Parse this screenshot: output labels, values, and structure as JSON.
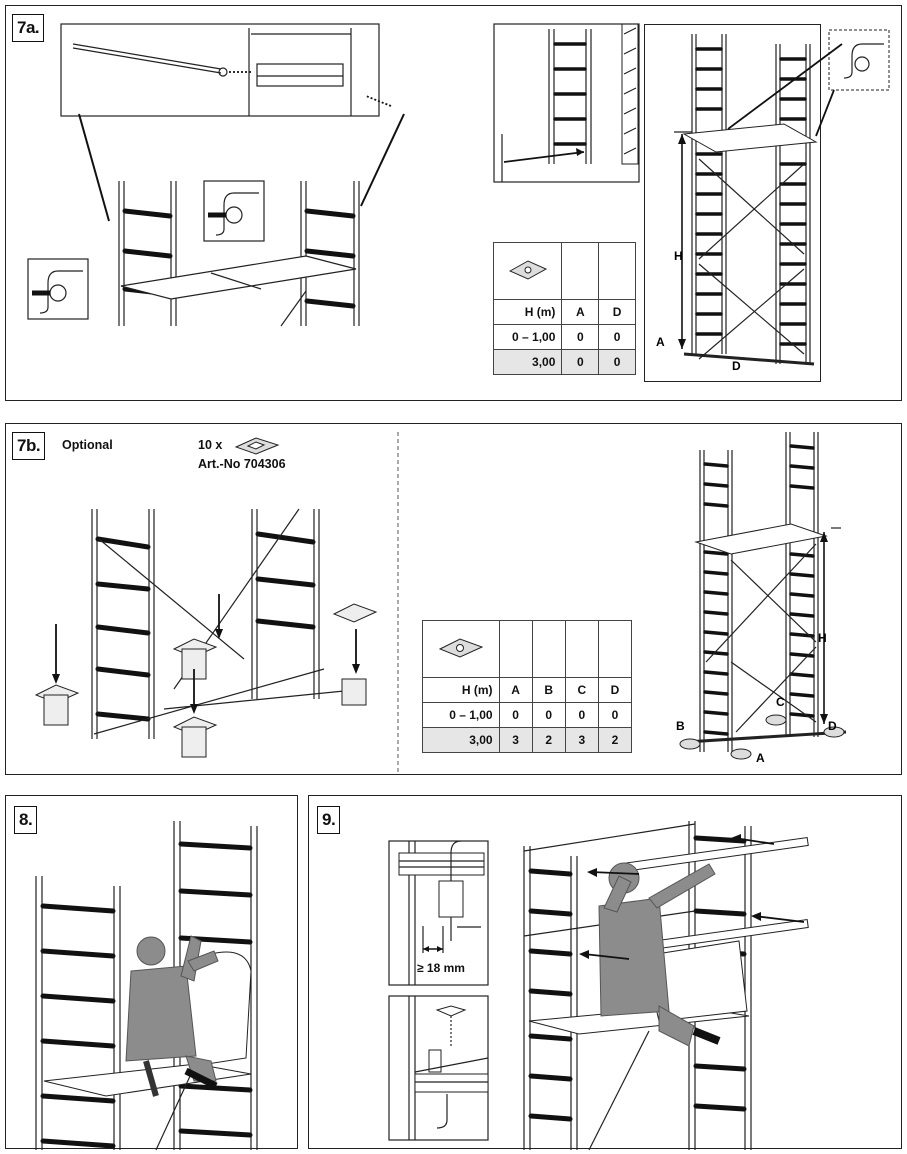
{
  "panels": {
    "p7a": {
      "label": "7a.",
      "table": {
        "header": [
          "H (m)",
          "A",
          "D"
        ],
        "rows": [
          [
            "0 – 1,00",
            "0",
            "0"
          ],
          [
            "3,00",
            "0",
            "0"
          ]
        ]
      },
      "dims": {
        "h": "H",
        "a": "A",
        "d": "D"
      }
    },
    "p7b": {
      "label": "7b.",
      "optional": "Optional",
      "qty": "10 x",
      "art": "Art.-No 704306",
      "table": {
        "header": [
          "H (m)",
          "A",
          "B",
          "C",
          "D"
        ],
        "rows": [
          [
            "0 – 1,00",
            "0",
            "0",
            "0",
            "0"
          ],
          [
            "3,00",
            "3",
            "2",
            "3",
            "2"
          ]
        ]
      },
      "dims": {
        "h": "H",
        "a": "A",
        "b": "B",
        "c": "C",
        "d": "D"
      }
    },
    "p8": {
      "label": "8."
    },
    "p9": {
      "label": "9.",
      "measure": "≥ 18 mm"
    }
  },
  "colors": {
    "worker": "#8c8c8c",
    "rung": "#111111",
    "table_shade": "#e6e6e6"
  }
}
